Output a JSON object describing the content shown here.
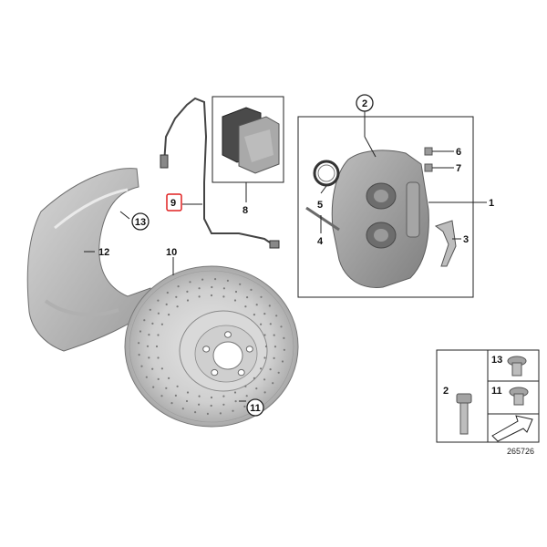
{
  "callouts": {
    "c1": "1",
    "c2": "2",
    "c3": "3",
    "c4": "4",
    "c5": "5",
    "c6": "6",
    "c7": "7",
    "c8": "8",
    "c9": "9",
    "c10": "10",
    "c11": "11",
    "c12": "12",
    "c13": "13"
  },
  "inset": {
    "c2": "2",
    "c11": "11",
    "c13": "13"
  },
  "doc_id": "265726",
  "colors": {
    "part_gray": "#c8c8c8",
    "part_dark": "#8f8f8f",
    "line": "#222222",
    "highlight": "#e02020"
  }
}
